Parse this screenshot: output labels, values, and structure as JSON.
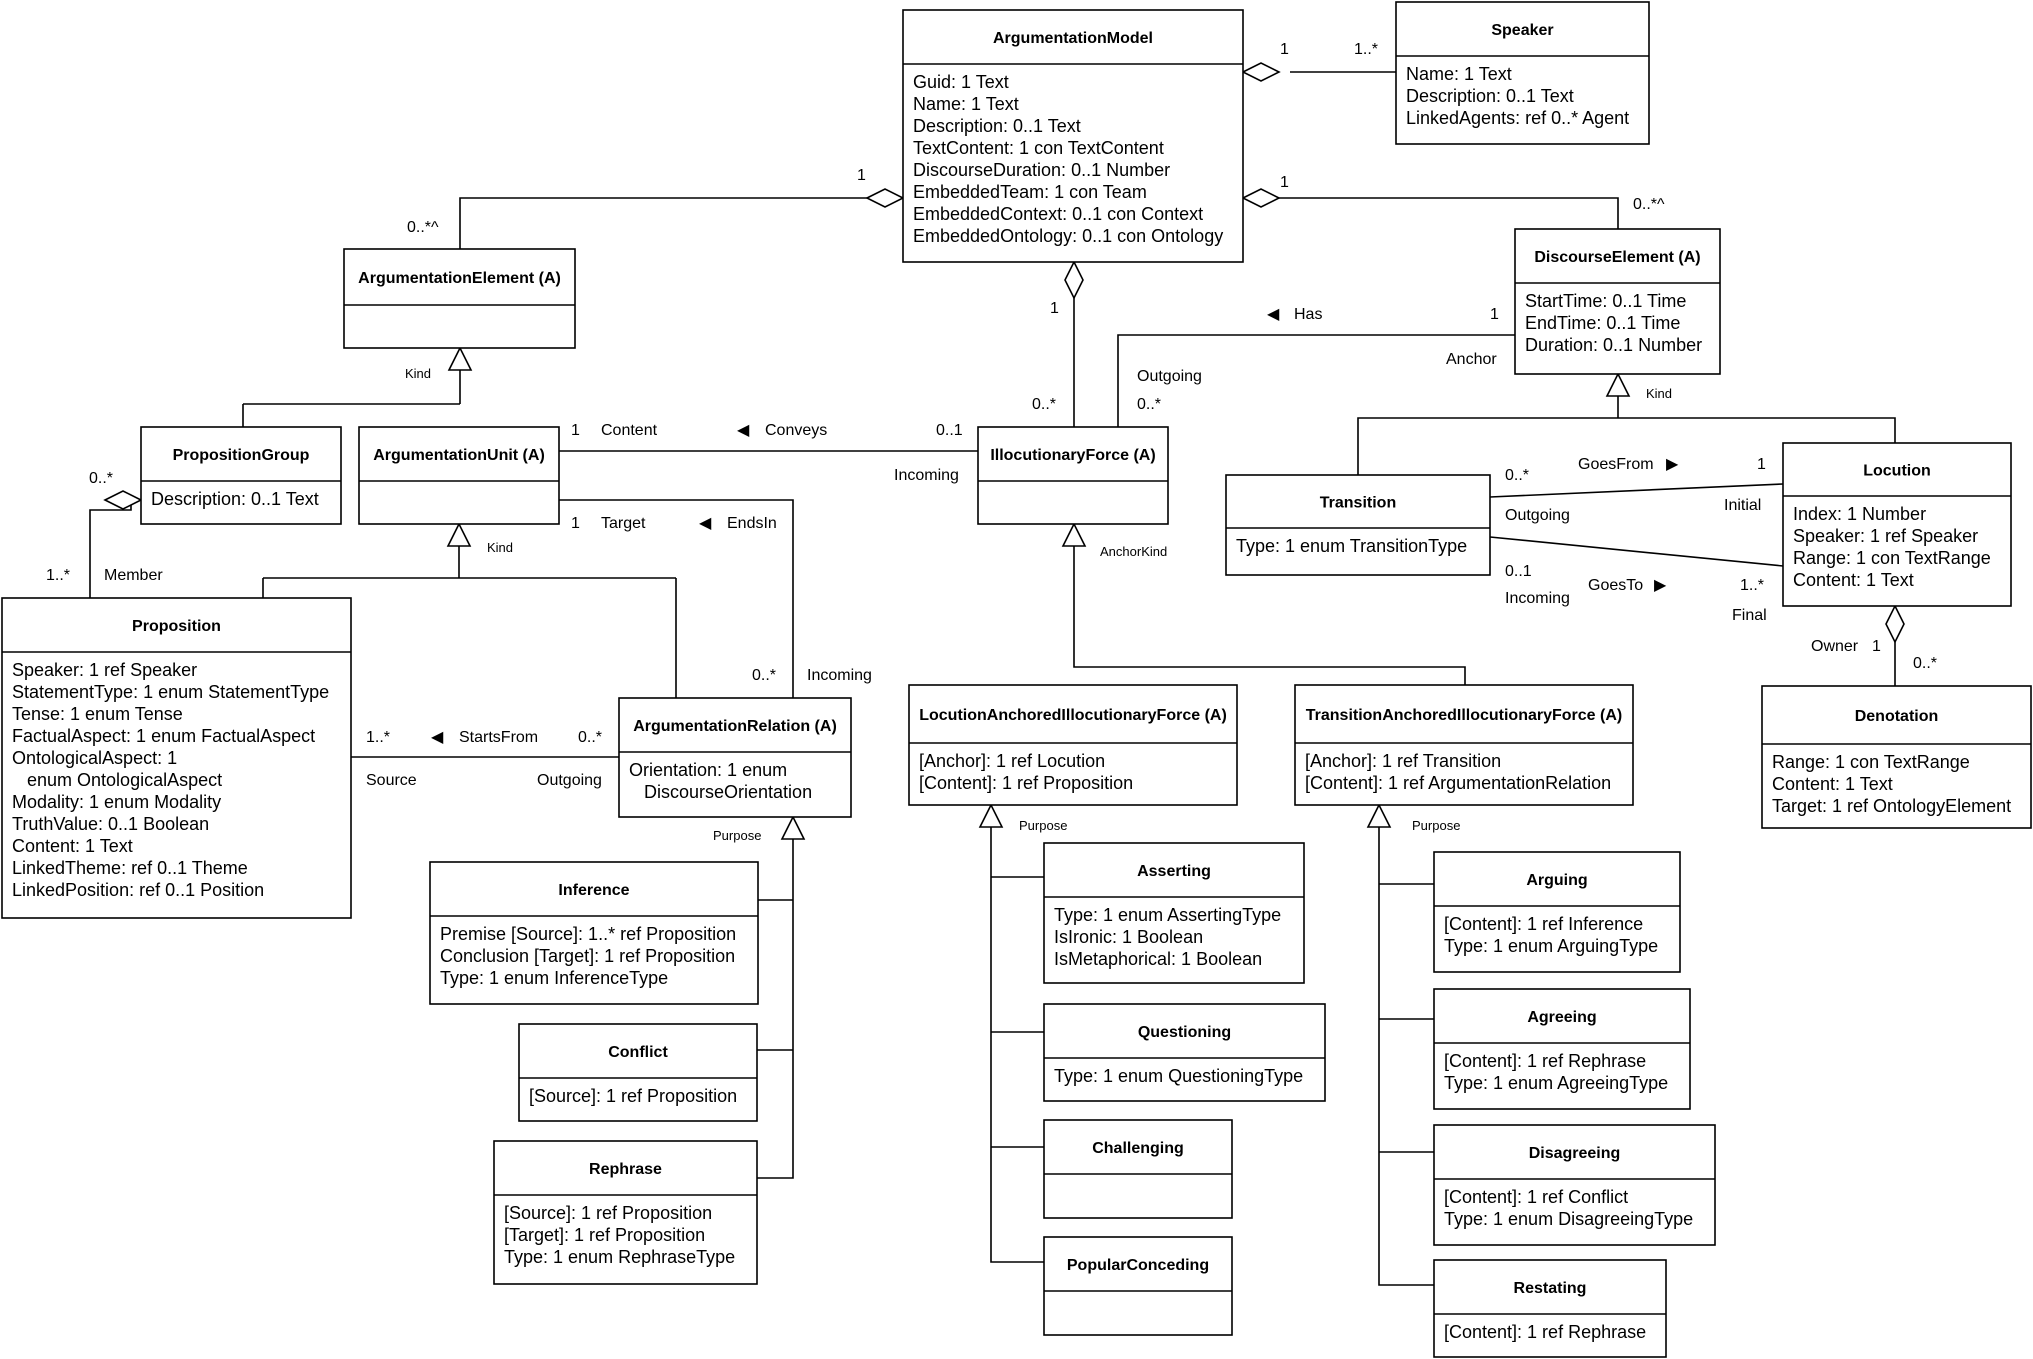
{
  "classes": [
    {
      "id": "argumentation-model",
      "title": "ArgumentationModel",
      "attrs": [
        "Guid: 1 Text",
        "Name: 1 Text",
        "Description: 0..1 Text",
        "TextContent: 1 con TextContent",
        "DiscourseDuration: 0..1 Number",
        "EmbeddedTeam: 1 con Team",
        "EmbeddedContext: 0..1 con Context",
        "EmbeddedOntology: 0..1 con Ontology"
      ]
    },
    {
      "id": "speaker",
      "title": "Speaker",
      "attrs": [
        "Name: 1 Text",
        "Description: 0..1 Text",
        "LinkedAgents: ref 0..* Agent"
      ]
    },
    {
      "id": "argumentation-element",
      "title": "ArgumentationElement (A)",
      "attrs": []
    },
    {
      "id": "discourse-element",
      "title": "DiscourseElement (A)",
      "attrs": [
        "StartTime: 0..1 Time",
        "EndTime: 0..1 Time",
        "Duration: 0..1 Number"
      ]
    },
    {
      "id": "proposition-group",
      "title": "PropositionGroup",
      "attrs": [
        "Description: 0..1 Text"
      ]
    },
    {
      "id": "argumentation-unit",
      "title": "ArgumentationUnit (A)",
      "attrs": []
    },
    {
      "id": "illocutionary-force",
      "title": "IllocutionaryForce (A)",
      "attrs": []
    },
    {
      "id": "transition",
      "title": "Transition",
      "attrs": [
        "Type: 1 enum TransitionType"
      ]
    },
    {
      "id": "locution",
      "title": "Locution",
      "attrs": [
        "Index: 1 Number",
        "Speaker: 1 ref Speaker",
        "Range: 1 con TextRange",
        "Content: 1 Text"
      ]
    },
    {
      "id": "proposition",
      "title": "Proposition",
      "attrs": [
        "Speaker: 1 ref Speaker",
        "StatementType: 1 enum StatementType",
        "Tense: 1 enum Tense",
        "FactualAspect: 1 enum FactualAspect",
        "OntologicalAspect: 1",
        "   enum OntologicalAspect",
        "Modality: 1 enum Modality",
        "TruthValue: 0..1 Boolean",
        "Content: 1 Text",
        "LinkedTheme: ref 0..1 Theme",
        "LinkedPosition: ref 0..1 Position"
      ]
    },
    {
      "id": "argumentation-relation",
      "title": "ArgumentationRelation (A)",
      "attrs": [
        "Orientation: 1 enum",
        "   DiscourseOrientation"
      ]
    },
    {
      "id": "locution-anchored-if",
      "title": "LocutionAnchoredIllocutionaryForce (A)",
      "attrs": [
        "[Anchor]: 1 ref Locution",
        "[Content]: 1 ref Proposition"
      ]
    },
    {
      "id": "transition-anchored-if",
      "title": "TransitionAnchoredIllocutionaryForce (A)",
      "attrs": [
        "[Anchor]: 1 ref Transition",
        "[Content]: 1 ref ArgumentationRelation"
      ]
    },
    {
      "id": "denotation",
      "title": "Denotation",
      "attrs": [
        "Range: 1 con TextRange",
        "Content: 1 Text",
        "Target: 1 ref OntologyElement"
      ]
    },
    {
      "id": "inference",
      "title": "Inference",
      "attrs": [
        "Premise [Source]: 1..* ref Proposition",
        "Conclusion [Target]: 1 ref Proposition",
        "Type: 1 enum InferenceType"
      ]
    },
    {
      "id": "conflict",
      "title": "Conflict",
      "attrs": [
        "[Source]: 1 ref Proposition"
      ]
    },
    {
      "id": "rephrase",
      "title": "Rephrase",
      "attrs": [
        "[Source]: 1 ref Proposition",
        "[Target]: 1 ref Proposition",
        "Type: 1 enum RephraseType"
      ]
    },
    {
      "id": "asserting",
      "title": "Asserting",
      "attrs": [
        "Type: 1 enum AssertingType",
        "IsIronic: 1 Boolean",
        "IsMetaphorical: 1 Boolean"
      ]
    },
    {
      "id": "questioning",
      "title": "Questioning",
      "attrs": [
        "Type: 1 enum QuestioningType"
      ]
    },
    {
      "id": "challenging",
      "title": "Challenging",
      "attrs": []
    },
    {
      "id": "popular-conceding",
      "title": "PopularConceding",
      "attrs": []
    },
    {
      "id": "arguing",
      "title": "Arguing",
      "attrs": [
        "[Content]: 1 ref Inference",
        "Type: 1 enum ArguingType"
      ]
    },
    {
      "id": "agreeing",
      "title": "Agreeing",
      "attrs": [
        "[Content]: 1 ref Rephrase",
        "Type: 1 enum AgreeingType"
      ]
    },
    {
      "id": "disagreeing",
      "title": "Disagreeing",
      "attrs": [
        "[Content]: 1 ref Conflict",
        "Type: 1 enum DisagreeingType"
      ]
    },
    {
      "id": "restating",
      "title": "Restating",
      "attrs": [
        "[Content]: 1 ref Rephrase"
      ]
    }
  ],
  "labels": {
    "am_speaker_1": "1",
    "am_speaker_many": "1..*",
    "am_ae_1": "1",
    "am_ae_many": "0..*^",
    "am_de_1": "1",
    "am_de_many": "0..*^",
    "am_if_1": "1",
    "am_if_many": "0..*",
    "ae_kind": "Kind",
    "au_kind": "Kind",
    "de_kind": "Kind",
    "if_anchorkind": "AnchorKind",
    "ar_purpose": "Purpose",
    "lai_purpose": "Purpose",
    "tai_purpose": "Purpose",
    "pg_many": "0..*",
    "pg_member_mult": "1..*",
    "pg_member": "Member",
    "content_1": "1",
    "content": "Content",
    "conveys": "Conveys",
    "conveys_mult": "0..1",
    "incoming": "Incoming",
    "target_1": "1",
    "target": "Target",
    "endsin": "EndsIn",
    "endsin_mult": "0..*",
    "ar_incoming": "Incoming",
    "startsfrom_mult_left": "1..*",
    "startsfrom": "StartsFrom",
    "startsfrom_mult_right": "0..*",
    "source": "Source",
    "outgoing": "Outgoing",
    "has": "Has",
    "has_1": "1",
    "anchor": "Anchor",
    "if_outgoing": "Outgoing",
    "if_outgoing_mult": "0..*",
    "goesfrom_mult": "0..*",
    "goesfrom": "GoesFrom",
    "goesfrom_1": "1",
    "goesfrom_outgoing": "Outgoing",
    "initial": "Initial",
    "goesto_mult": "0..1",
    "goesto": "GoesTo",
    "goesto_many": "1..*",
    "goesto_incoming": "Incoming",
    "final": "Final",
    "owner": "Owner",
    "owner_1": "1",
    "denotation_many": "0..*"
  }
}
